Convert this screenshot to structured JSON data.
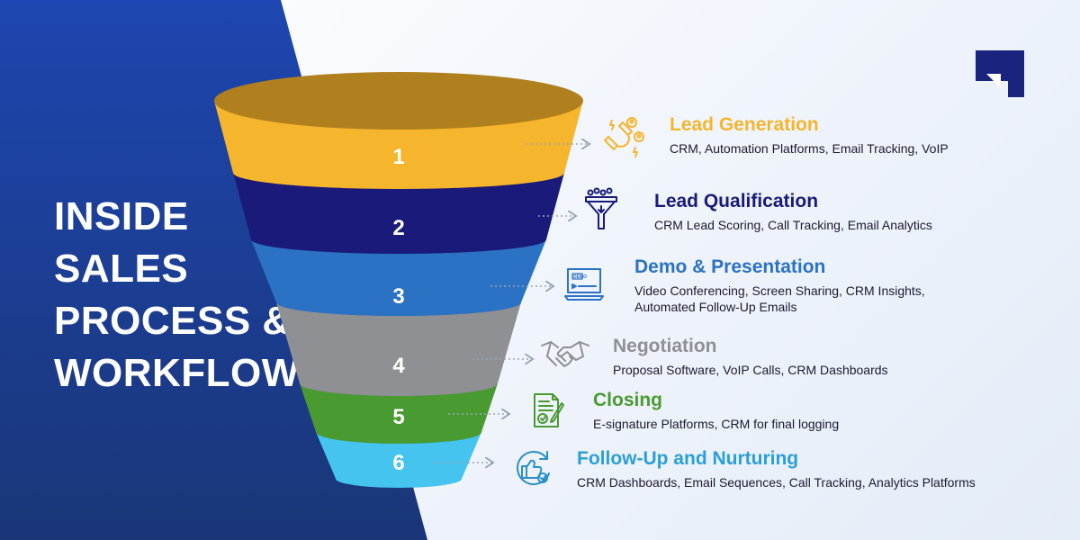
{
  "title_lines": [
    "INSIDE",
    "SALES",
    "PROCESS &",
    "WORKFLOW"
  ],
  "colors": {
    "panel": "#1d3fa3",
    "panel_dark": "#16327f",
    "title_text": "#ffffff",
    "desc_text": "#1a1a2e",
    "connector": "#9aa3b5"
  },
  "stages": [
    {
      "number": "1",
      "title": "Lead Generation",
      "description_lines": [
        "CRM, Automation Platforms, Email Tracking, VoIP"
      ],
      "color": "#f5b52c",
      "top_color": "#b07f1e",
      "icon": "magnet-users-icon"
    },
    {
      "number": "2",
      "title": "Lead Qualification",
      "description_lines": [
        "CRM Lead Scoring, Call Tracking, Email Analytics"
      ],
      "color": "#1a1a7a",
      "top_color": "#12125a",
      "icon": "filter-funnel-icon"
    },
    {
      "number": "3",
      "title": "Demo & Presentation",
      "description_lines": [
        "Video Conferencing, Screen Sharing, CRM Insights,",
        "Automated Follow-Up Emails"
      ],
      "color": "#2b72c4",
      "top_color": "#1e5393",
      "icon": "demo-laptop-icon"
    },
    {
      "number": "4",
      "title": "Negotiation",
      "description_lines": [
        "Proposal Software, VoIP Calls, CRM Dashboards"
      ],
      "color": "#8f9094",
      "top_color": "#66676b",
      "icon": "handshake-icon"
    },
    {
      "number": "5",
      "title": "Closing",
      "description_lines": [
        "E-signature Platforms, CRM for final logging"
      ],
      "color": "#4a9a32",
      "top_color": "#346f22",
      "icon": "signed-document-icon"
    },
    {
      "number": "6",
      "title": "Follow-Up and Nurturing",
      "description_lines": [
        "CRM Dashboards, Email Sequences, Call Tracking, Analytics Platforms"
      ],
      "color": "#44c4ee",
      "top_color": "#2e95b8",
      "icon": "thumbs-up-cycle-icon"
    }
  ],
  "logo_icon": "brand-arrow-logo-icon"
}
